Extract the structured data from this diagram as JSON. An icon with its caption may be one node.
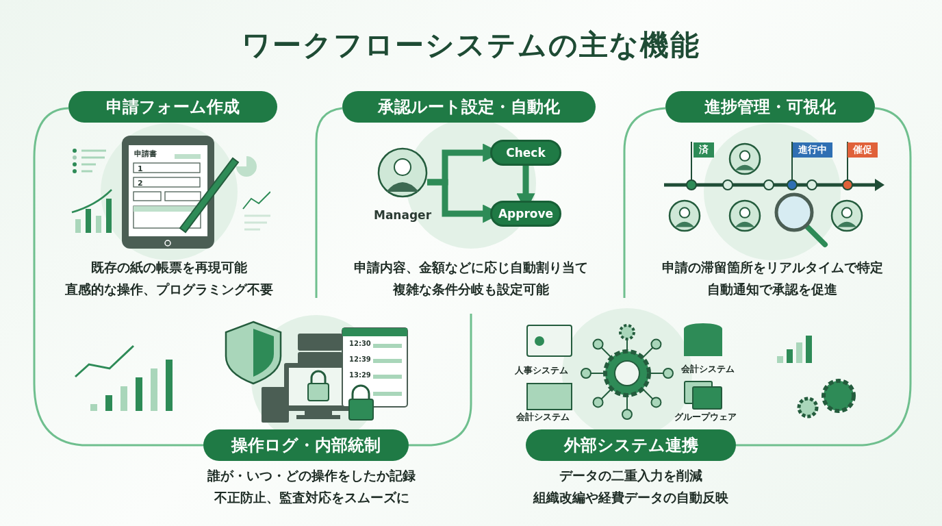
{
  "diagram": {
    "title": "ワークフローシステムの主な機能",
    "nodes": [
      {
        "text": [
          "申請フォーム作成"
        ],
        "beside": [
          "既存の紙の帳票を再現可能",
          "直感的な操作、プログラミング不要"
        ]
      },
      {
        "text": [
          "承認ルート設定・自動化"
        ],
        "beside": [
          "申請内容、金額などに応じ自動割り当て",
          "複雑な条件分岐も設定可能"
        ]
      },
      {
        "text": [
          "Manager"
        ]
      },
      {
        "text": [
          "Check"
        ]
      },
      {
        "text": [
          "Approve"
        ]
      },
      {
        "text": [
          "進捗管理・可視化"
        ],
        "beside": [
          "申請の滞留箇所をリアルタイムで特定",
          "自動通知で承認を促進"
        ]
      },
      {
        "text": [
          "操作ログ・内部統制"
        ],
        "beside": [
          "誰が・いつ・どの操作をしたか記録",
          "不正防止、監査対応をスムーズに"
        ]
      },
      {
        "text": [
          "外部システム連携"
        ],
        "beside": [
          "データの二重入力を削減",
          "組織改編や経費データの自動反映"
        ]
      }
    ],
    "edges": [
      {
        "from": 2,
        "to": 3,
        "arrow": "to"
      },
      {
        "from": 2,
        "to": 4,
        "arrow": "to"
      },
      {
        "from": 3,
        "to": 4,
        "arrow": "to"
      }
    ],
    "labels": [
      "申請書",
      "1",
      "2",
      "済",
      "進行中",
      "催促",
      "12:30",
      "12:39",
      "13:29",
      "人事システム",
      "会計システム",
      "会計システム",
      "グループウェア"
    ]
  }
}
